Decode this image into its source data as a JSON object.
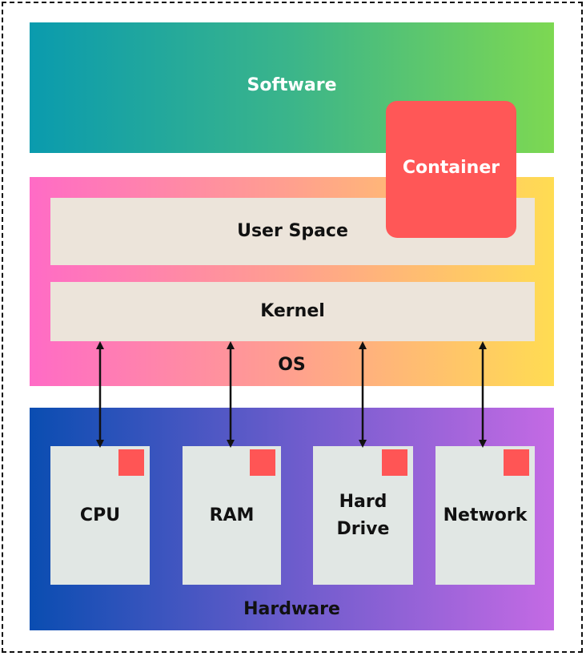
{
  "diagram": {
    "software_label": "Software",
    "container_label": "Container",
    "user_space_label": "User Space",
    "kernel_label": "Kernel",
    "os_label": "OS",
    "hardware_label": "Hardware",
    "hardware_items": [
      "CPU",
      "RAM",
      "Hard\nDrive",
      "Network"
    ]
  },
  "colors": {
    "container": "#ff5757",
    "chip": "#ff5555",
    "band": "#ece4da",
    "hw_box": "#e1e7e4"
  }
}
